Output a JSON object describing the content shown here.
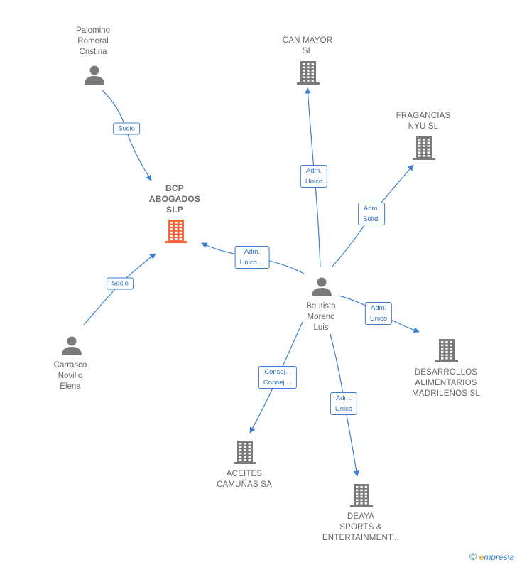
{
  "colors": {
    "edge": "#3a7fd0",
    "node_gray": "#7a7a7a",
    "focus_company": "#f06a3c",
    "label_text": "#666666"
  },
  "nodes": [
    {
      "id": "palomino",
      "type": "person",
      "lines": [
        "Palomino",
        "Romeral",
        "Cristina"
      ]
    },
    {
      "id": "can_mayor",
      "type": "company",
      "lines": [
        "CAN MAYOR",
        "SL"
      ]
    },
    {
      "id": "fragancias",
      "type": "company",
      "lines": [
        "FRAGANCIAS",
        "NYU SL"
      ]
    },
    {
      "id": "bcp",
      "type": "company",
      "focus": true,
      "lines": [
        "BCP",
        "ABOGADOS",
        "SLP"
      ]
    },
    {
      "id": "bautista",
      "type": "person",
      "lines": [
        "Bautista",
        "Moreno",
        "Luis"
      ]
    },
    {
      "id": "carrasco",
      "type": "person",
      "lines": [
        "Carrasco",
        "Novillo",
        "Elena"
      ]
    },
    {
      "id": "desarrollos",
      "type": "company",
      "lines": [
        "DESARROLLOS",
        "ALIMENTARIOS",
        "MADRILEÑOS SL"
      ]
    },
    {
      "id": "aceites",
      "type": "company",
      "lines": [
        "ACEITES",
        "CAMUÑAS SA"
      ]
    },
    {
      "id": "deaya",
      "type": "company",
      "lines": [
        "DEAYA",
        "SPORTS &",
        "ENTERTAINMENT..."
      ]
    }
  ],
  "edges": [
    {
      "from": "palomino",
      "to": "bcp",
      "lines": [
        "Socio"
      ]
    },
    {
      "from": "carrasco",
      "to": "bcp",
      "lines": [
        "Socio"
      ]
    },
    {
      "from": "bautista",
      "to": "bcp",
      "lines": [
        "Adm.",
        "Unico,..."
      ]
    },
    {
      "from": "bautista",
      "to": "can_mayor",
      "lines": [
        "Adm.",
        "Unico"
      ]
    },
    {
      "from": "bautista",
      "to": "fragancias",
      "lines": [
        "Adm.",
        "Solid."
      ]
    },
    {
      "from": "bautista",
      "to": "desarrollos",
      "lines": [
        "Adm.",
        "Unico"
      ]
    },
    {
      "from": "bautista",
      "to": "aceites",
      "lines": [
        "Consej. ,",
        "Consej...."
      ]
    },
    {
      "from": "bautista",
      "to": "deaya",
      "lines": [
        "Adm.",
        "Unico"
      ]
    }
  ],
  "footer": {
    "copyright": "©",
    "brand_first": "e",
    "brand_rest": "mpresia"
  }
}
